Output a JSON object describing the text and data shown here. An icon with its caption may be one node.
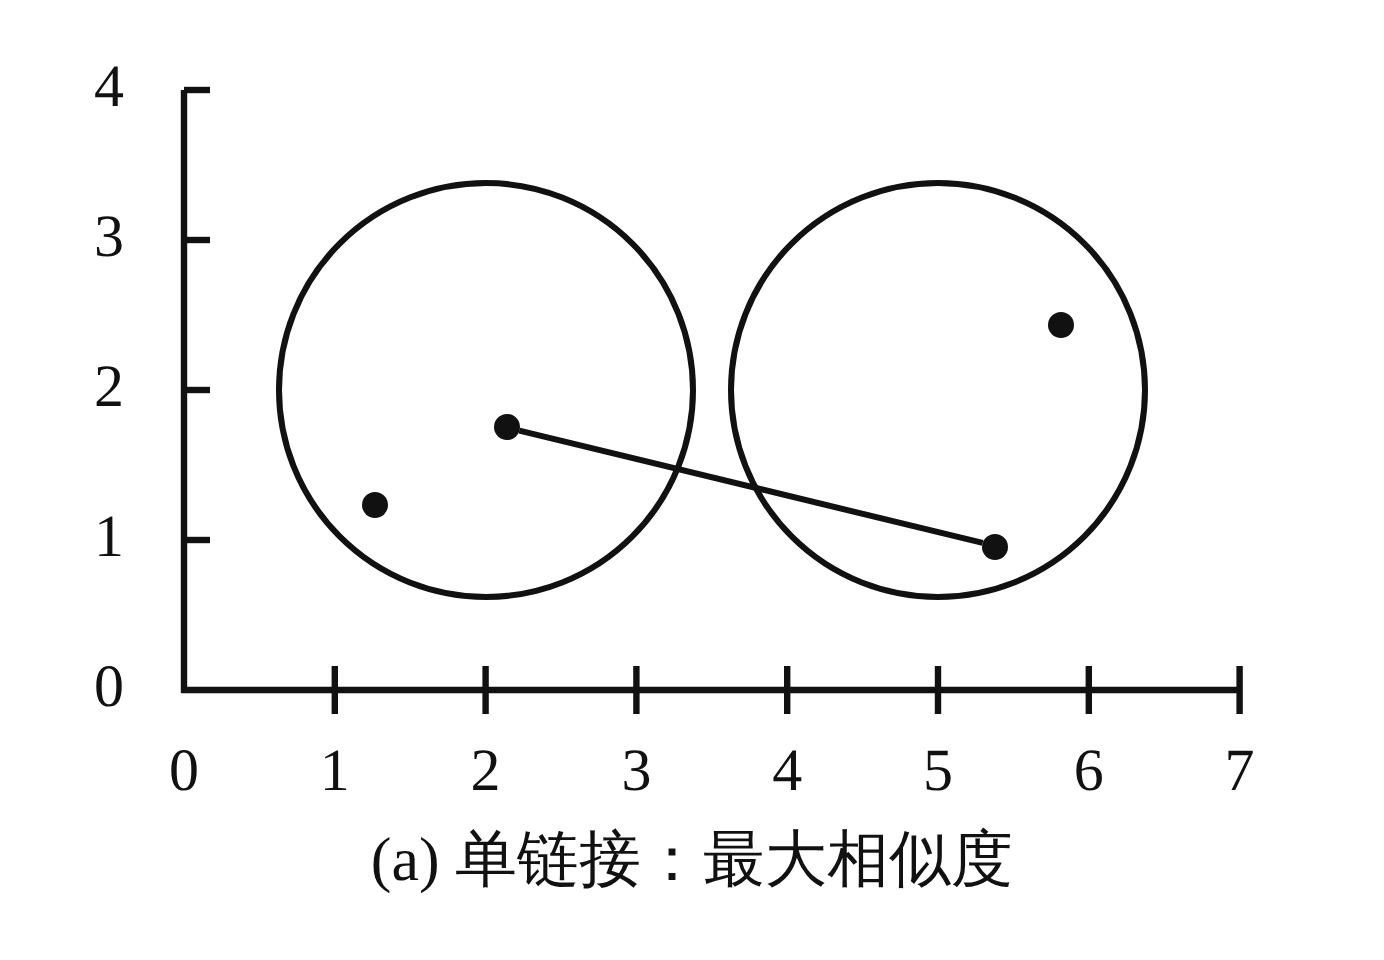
{
  "diagram": {
    "caption": "(a) 单链接：最大相似度",
    "nodes": [
      {
        "text": [],
        "shape": "circle"
      },
      {
        "text": [],
        "shape": "circle"
      },
      {
        "text": [],
        "shape": "circle",
        "in": 0
      },
      {
        "text": [],
        "shape": "circle",
        "in": 0
      },
      {
        "text": [],
        "shape": "circle",
        "in": 1
      },
      {
        "text": [],
        "shape": "circle",
        "in": 1
      }
    ],
    "edges": [
      {
        "from": 3,
        "to": 4,
        "arrow": "none"
      }
    ],
    "labels": [
      "4",
      "3",
      "2",
      "1",
      "0",
      "0",
      "1",
      "2",
      "3",
      "4",
      "5",
      "6",
      "7"
    ]
  }
}
